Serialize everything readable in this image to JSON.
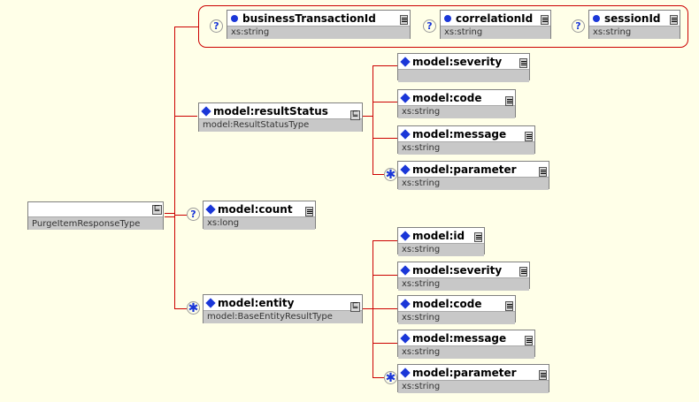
{
  "diagram": {
    "kind": "xsd-element-tree",
    "background_color": "#ffffe8",
    "line_color": "#cc0000",
    "marker_color": "#1a36d8"
  },
  "root": {
    "type_label": "PurgeItemResponseType",
    "expand_icon": "expand-icon"
  },
  "attribute_group": {
    "border_color": "#cc0000",
    "attributes": [
      {
        "name": "businessTransactionId",
        "type": "xs:string",
        "occurrence": "?",
        "marker": "attribute-circle",
        "doc_icon": "doc-lines-icon"
      },
      {
        "name": "correlationId",
        "type": "xs:string",
        "occurrence": "?",
        "marker": "attribute-circle",
        "doc_icon": "doc-lines-icon"
      },
      {
        "name": "sessionId",
        "type": "xs:string",
        "occurrence": "?",
        "marker": "attribute-circle",
        "doc_icon": "doc-lines-icon"
      }
    ]
  },
  "children": [
    {
      "name": "model:resultStatus",
      "type": "model:ResultStatusType",
      "occurrence": "",
      "marker": "element-diamond",
      "expand_icon": "expand-icon",
      "children": [
        {
          "name": "model:severity",
          "type": "",
          "occurrence": "",
          "marker": "element-diamond",
          "doc_icon": "doc-lines-icon"
        },
        {
          "name": "model:code",
          "type": "xs:string",
          "occurrence": "",
          "marker": "element-diamond",
          "doc_icon": "doc-lines-icon"
        },
        {
          "name": "model:message",
          "type": "xs:string",
          "occurrence": "",
          "marker": "element-diamond",
          "doc_icon": "doc-lines-icon"
        },
        {
          "name": "model:parameter",
          "type": "xs:string",
          "occurrence": "*",
          "marker": "element-diamond",
          "doc_icon": "doc-lines-icon"
        }
      ]
    },
    {
      "name": "model:count",
      "type": "xs:long",
      "occurrence": "?",
      "marker": "element-diamond",
      "doc_icon": "doc-lines-icon",
      "children": []
    },
    {
      "name": "model:entity",
      "type": "model:BaseEntityResultType",
      "occurrence": "*",
      "marker": "element-diamond",
      "expand_icon": "expand-icon",
      "children": [
        {
          "name": "model:id",
          "type": "xs:string",
          "occurrence": "",
          "marker": "element-diamond",
          "doc_icon": "doc-lines-icon"
        },
        {
          "name": "model:severity",
          "type": "xs:string",
          "occurrence": "",
          "marker": "element-diamond",
          "doc_icon": "doc-lines-icon"
        },
        {
          "name": "model:code",
          "type": "xs:string",
          "occurrence": "",
          "marker": "element-diamond",
          "doc_icon": "doc-lines-icon"
        },
        {
          "name": "model:message",
          "type": "xs:string",
          "occurrence": "",
          "marker": "element-diamond",
          "doc_icon": "doc-lines-icon"
        },
        {
          "name": "model:parameter",
          "type": "xs:string",
          "occurrence": "*",
          "marker": "element-diamond",
          "doc_icon": "doc-lines-icon"
        }
      ]
    }
  ]
}
